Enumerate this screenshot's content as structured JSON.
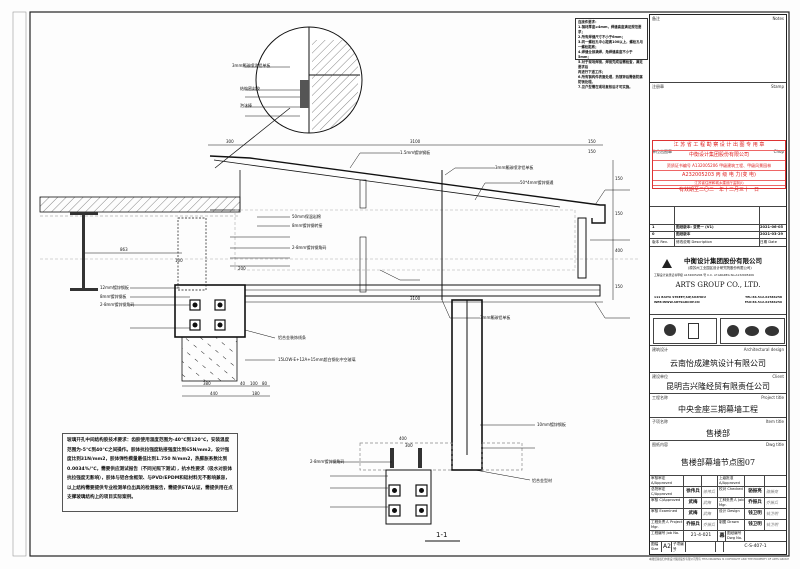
{
  "title_block": {
    "notes_label": "备注",
    "notes_label_en": "Notes",
    "stamp_label": "注册章",
    "stamp_label_en": "Stamp",
    "chop_label": "单位出图章",
    "chop_label_en": "Chop",
    "stamp_lines": [
      "江 苏 省 工 程 勘 察 设 计 出 图 专 用 章",
      "中衡设计集团股份有限公司",
      "资质证书编号 A132005206 甲级建筑工程、甲级风景园林",
      "A232005203 丙 级 电 力(变 电)",
      "江苏省住房和城乡建设厅监制(Ⅰ)",
      "有效期至二〇二一年十二月三十一日"
    ],
    "revisions": [
      {
        "no": "1",
        "desc": "图纸版本: 变更一 (V1)",
        "date": "2021-06-05"
      },
      {
        "no": "0",
        "desc": "图纸版本",
        "date": "2021-03-29"
      }
    ],
    "rev_headers": {
      "no": "版本 Rev.",
      "desc": "修改说明 Description",
      "date": "日期 Date"
    },
    "company_cn": "中衡设计集团股份有限公司",
    "company_cn_sub": "(原苏州工业园区设计研究院股份有限公司)",
    "company_cert": "工程设计资质证书甲级 A132005206 号 C.C. of GRADEA No.A132005206",
    "company_en": "ARTS GROUP CO., LTD.",
    "company_addr": "111 BAITA STREET,SIP,SUZHOU",
    "company_web": "WEB:WWW.ARTSGROUP.CN",
    "company_tel": "TEL:86-512-62586258",
    "company_fax": "FAX:86-512-62586259",
    "arch_label": "建筑设计",
    "arch_label_en": "Architectural design",
    "arch_value": "云南怡成建筑设计有限公司",
    "client_label": "建设单位",
    "client_label_en": "Client",
    "client_value": "昆明吉兴隆经贸有限责任公司",
    "project_label": "工程名称",
    "project_label_en": "Project title",
    "project_value": "中央金座三期幕墙工程",
    "item_label": "子项名称",
    "item_label_en": "Item title",
    "item_value": "售楼部",
    "dwg_label": "图纸内容",
    "dwg_label_en": "Dwg title",
    "dwg_value": "售楼部幕墙节点图07",
    "signatures": [
      [
        "审核审定 A/Approved",
        "",
        "",
        "上级批准 A/Approved",
        "",
        ""
      ],
      [
        "总院审定 C/Approved",
        "徐伟兵",
        "徐伟兵",
        "校对 Checked",
        "骆振亮",
        "骆振亮"
      ],
      [
        "审核 C/Approved",
        "武梅",
        "武梅",
        "工种负责人 Job Mgr.",
        "乔振兵",
        "乔振兵"
      ],
      [
        "审核 Examined",
        "武梅",
        "武梅",
        "设计 Design",
        "钱卫明",
        "钱卫明"
      ],
      [
        "工程负责人 Project Mgr.",
        "乔振兵",
        "乔振兵",
        "制图 Drawn",
        "钱卫明",
        "钱卫明"
      ]
    ],
    "job_no_label": "工程编号 Job No.",
    "job_no": "21-4-021",
    "category": "幕墙",
    "dwg_no_label": "图纸编号 Dwg No.",
    "dwg_no": "C-S-407-1",
    "size_label": "图幅 Size",
    "size": "A2",
    "item_no_label": "子项编号 Item No.",
    "footer": "本图纸版权归中衡设计集团股份有限公司所有 THIS DRAWING IS COPYRIGHT AND THE PROPERTY OF ARTS GROUP"
  },
  "drawing": {
    "notes_text": "玻璃开孔中间结构胶技术要求：齿胶使用温度范围为-40℃到120℃，安装温度范围为-5℃到40℃之间操作。胶体抗拉强度粘接强度比到65N/mm2，设计强度比到31N/mm2，胶体弹性模量最低比到1.750 N/mm2，热膨胀系数比到0.0034%/℃，需要供应测试报告（不同光照下测试），抗水性要求（吸水对胶体抗拉强度无影响），胶体与铝合金框架、与PVD/EPDM和硅材料无不影响兼容，以上结构需要提供专业检测单位出具的检测报告，需提供ETA认证，需提供用在点支撑玻璃结构上的项目实际案例。",
    "top_notes_title": "连接件要求：",
    "top_notes": [
      "1.钢材厚度≥4mm，焊缝高度满足规范要求；",
      "2.所有焊缝尺寸不小于6mm；",
      "3.同一螺栓孔中心距离100以上，螺栓孔与一螺栓距离；",
      "4.焊缝全部满焊，角焊缝高度不小于5mm；",
      "5.对于现场焊接，焊接完成后需检查，满足要求后",
      "再进行下道工序；",
      "6.所有钢构件表面处理，热镀锌后需做防腐防锈处理。",
      "7.见户型需在现场复核后才可实施。"
    ],
    "section_label": "1-1",
    "dims": [
      "300",
      "3100",
      "150",
      "150",
      "150",
      "150",
      "400",
      "150",
      "3100",
      "150",
      "863",
      "200",
      "100",
      "150",
      "50",
      "440",
      "380",
      "40",
      "100",
      "80",
      "180",
      "400",
      "300",
      "50",
      "150",
      "50",
      "150"
    ],
    "callouts": [
      "3mm氟碳喷涂铝单板",
      "结构密封胶",
      "泡沫棒",
      "1.5mm镀锌钢板",
      "50mm保温岩棉",
      "8mm镀锌钢转接",
      "3mm氟碳喷涂铝单板",
      "50*4mm镀锌钢通",
      "2-8mm镀锌钢角码",
      "12mm镀锌钢板",
      "8mm镀锌钢板",
      "2-8mm镀锌钢角码",
      "2-8mm镀锌钢角码",
      "10mm镀锌钢板",
      "3mm氟碳铝单板",
      "铝合金型材",
      "铝合金装饰线条",
      "15LOW-E+12A+15mm超白钢化中空玻璃"
    ]
  }
}
